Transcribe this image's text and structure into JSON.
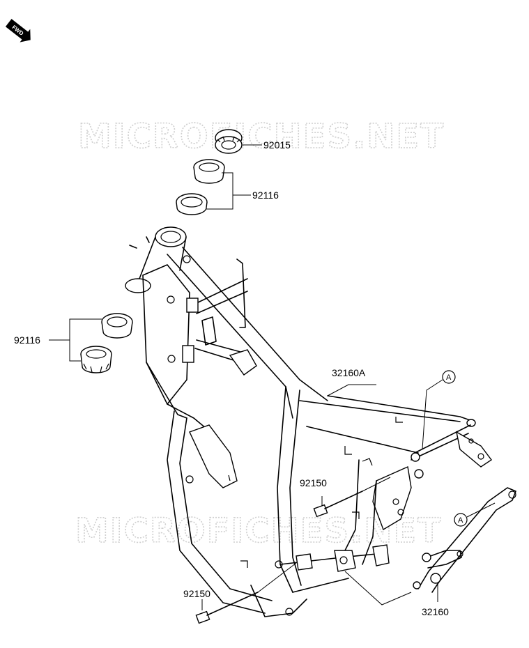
{
  "watermark": "MICROFICHES.NET",
  "fwd_badge": "FWD",
  "reference_marker": "A",
  "parts": {
    "steering_nut": "92015",
    "upper_races": "92116",
    "lower_races": "92116",
    "frame": "32160A",
    "bolt_upper": "92150",
    "bolt_lower": "92150",
    "subframe": "32160"
  },
  "colors": {
    "line": "#000000",
    "watermark": "#cfcfcf",
    "background": "#ffffff"
  },
  "icons": [
    "fwd-arrow-icon"
  ]
}
